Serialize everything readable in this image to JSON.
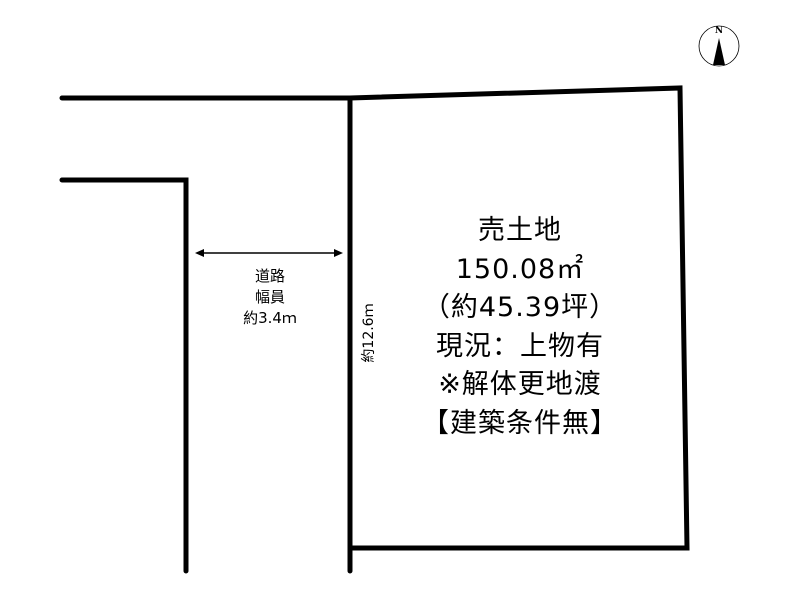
{
  "lot": {
    "title": "売土地",
    "area": "150.08㎡",
    "area_tsubo": "（約45.39坪）",
    "status": "現況：上物有",
    "note": "※解体更地渡",
    "condition": "【建築条件無】"
  },
  "road": {
    "line1": "道路",
    "line2": "幅員",
    "width": "約3.4ｍ"
  },
  "dimension": {
    "depth": "約12.6ｍ"
  },
  "compass": {
    "label": "N"
  }
}
